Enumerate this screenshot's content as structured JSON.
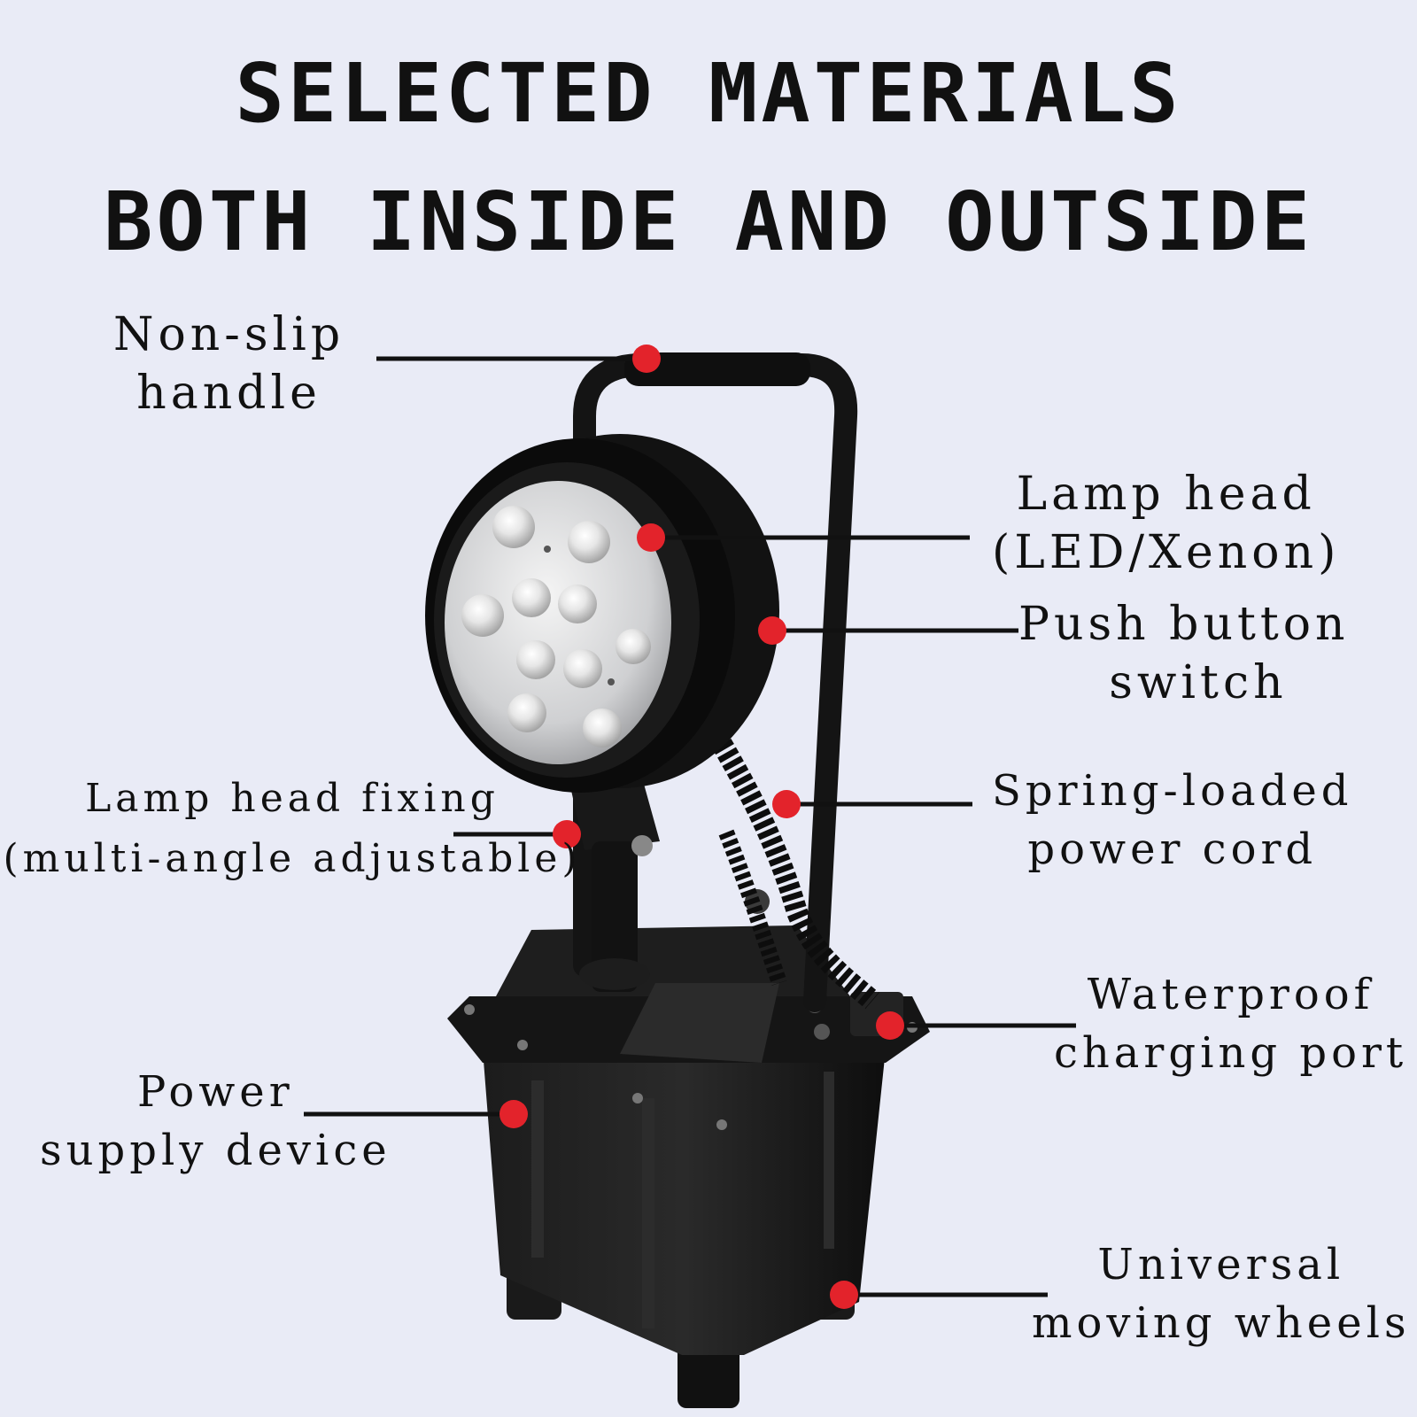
{
  "title": {
    "line1": "SELECTED MATERIALS",
    "line2": "BOTH INSIDE AND OUTSIDE"
  },
  "labels": {
    "handle": [
      "Non-slip",
      "handle"
    ],
    "lamp_head": [
      "Lamp head",
      "(LED/Xenon)"
    ],
    "push_button": [
      "Push button",
      "switch"
    ],
    "lamp_fixing": [
      "Lamp head fixing",
      "(multi-angle adjustable)"
    ],
    "power_cord": [
      "Spring-loaded",
      "power cord"
    ],
    "charging_port": [
      "Waterproof",
      "charging port"
    ],
    "power_supply": [
      "Power",
      "supply device"
    ],
    "wheels": [
      "Universal",
      "moving wheels"
    ]
  },
  "colors": {
    "background": "#e9ebf6",
    "marker": "#e3232b",
    "product": "#141414",
    "text": "#111111"
  }
}
